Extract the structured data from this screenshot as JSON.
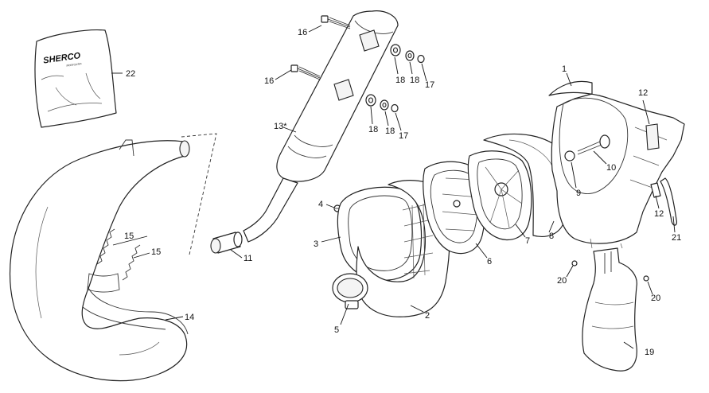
{
  "brand": {
    "logo_text": "SHERCO",
    "logo_subtext": "Motorcycles"
  },
  "callouts": [
    {
      "id": "c1",
      "label": "1"
    },
    {
      "id": "c2",
      "label": "2"
    },
    {
      "id": "c3",
      "label": "3"
    },
    {
      "id": "c4",
      "label": "4"
    },
    {
      "id": "c5",
      "label": "5"
    },
    {
      "id": "c6",
      "label": "6"
    },
    {
      "id": "c7",
      "label": "7"
    },
    {
      "id": "c8",
      "label": "8"
    },
    {
      "id": "c9",
      "label": "9"
    },
    {
      "id": "c10",
      "label": "10"
    },
    {
      "id": "c11",
      "label": "11"
    },
    {
      "id": "c12a",
      "label": "12"
    },
    {
      "id": "c12b",
      "label": "12"
    },
    {
      "id": "c13",
      "label": "13*"
    },
    {
      "id": "c14",
      "label": "14"
    },
    {
      "id": "c15a",
      "label": "15"
    },
    {
      "id": "c15b",
      "label": "15"
    },
    {
      "id": "c16a",
      "label": "16"
    },
    {
      "id": "c16b",
      "label": "16"
    },
    {
      "id": "c17a",
      "label": "17"
    },
    {
      "id": "c17b",
      "label": "17"
    },
    {
      "id": "c18a",
      "label": "18"
    },
    {
      "id": "c18b",
      "label": "18"
    },
    {
      "id": "c18c",
      "label": "18"
    },
    {
      "id": "c18d",
      "label": "18"
    },
    {
      "id": "c19",
      "label": "19"
    },
    {
      "id": "c20a",
      "label": "20"
    },
    {
      "id": "c20b",
      "label": "20"
    },
    {
      "id": "c21",
      "label": "21"
    },
    {
      "id": "c22",
      "label": "22"
    }
  ]
}
